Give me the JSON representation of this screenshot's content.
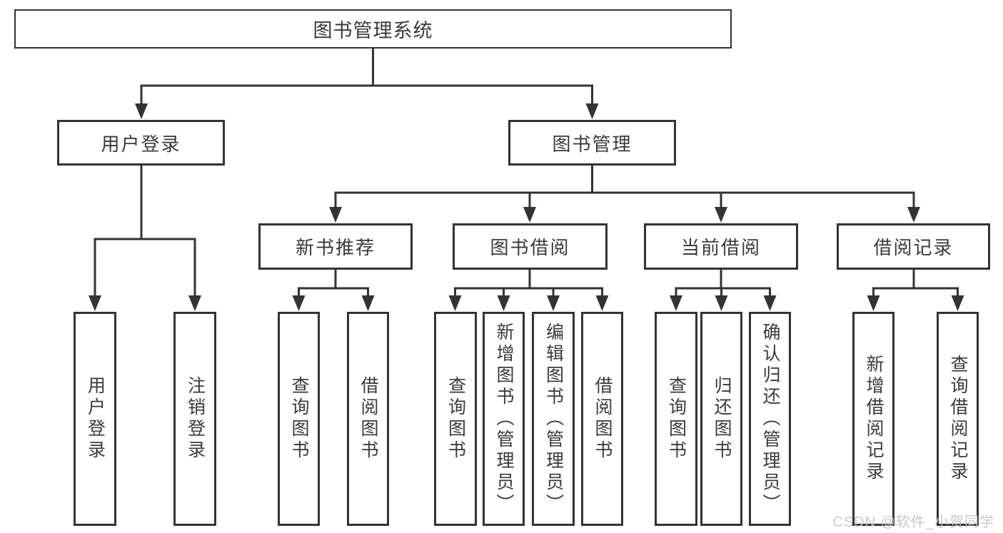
{
  "diagram": {
    "root": {
      "label": "图书管理系统"
    },
    "branches": [
      {
        "label": "用户登录",
        "children": [
          {
            "label": "用户登录"
          },
          {
            "label": "注销登录"
          }
        ]
      },
      {
        "label": "图书管理",
        "children": [
          {
            "label": "新书推荐",
            "children": [
              {
                "label": "查询图书"
              },
              {
                "label": "借阅图书"
              }
            ]
          },
          {
            "label": "图书借阅",
            "children": [
              {
                "label": "查询图书"
              },
              {
                "label": "新增图书（管理员）"
              },
              {
                "label": "编辑图书（管理员）"
              },
              {
                "label": "借阅图书"
              }
            ]
          },
          {
            "label": "当前借阅",
            "children": [
              {
                "label": "查询图书"
              },
              {
                "label": "归还图书"
              },
              {
                "label": "确认归还（管理员）"
              }
            ]
          },
          {
            "label": "借阅记录",
            "children": [
              {
                "label": "新增借阅记录"
              },
              {
                "label": "查询借阅记录"
              }
            ]
          }
        ]
      }
    ]
  },
  "watermark": {
    "text": "CSDN @软件_小贺同学"
  },
  "colors": {
    "line": "#333333",
    "box_border": "#333333",
    "text": "#3a3a3a",
    "background": "#ffffff",
    "watermark": "#c6c6c6"
  }
}
